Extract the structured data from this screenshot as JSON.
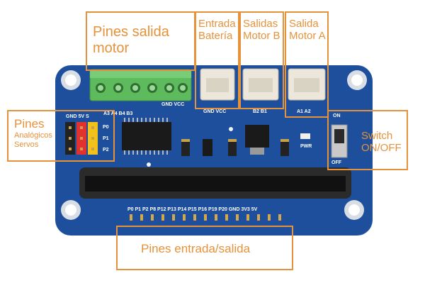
{
  "annotations": {
    "pines_salida_motor": "Pines salida motor",
    "entrada_bateria": "Entrada Batería",
    "salidas_motor_b": "Salidas Motor B",
    "salida_motor_a": "Salida Motor A",
    "pines_analogicos_title": "Pines",
    "pines_analogicos_sub": "Analógicos Servos",
    "switch_on_off": "Switch ON/OFF",
    "pines_entrada_salida": "Pines entrada/salida"
  },
  "silkscreen": {
    "gnd_vcc_terminal": "GND VCC",
    "gnd_vcc_battery": "GND  VCC",
    "b2_b1": "B2 B1",
    "a1_a2": "A1 A2",
    "servo_header": "GND 5V S",
    "a3_a4_b4_b3": "A3  A4  B4  B3",
    "p0": "P0",
    "p1": "P1",
    "p2": "P2",
    "pwr": "PWR",
    "on": "ON",
    "off": "OFF",
    "edge_pins": "P0  P1  P2  P8  P12 P13 P14 P15 P16 P19 P20 GND 3V3  5V"
  },
  "colors": {
    "annotation": "#e6923a",
    "pcb": "#1d4f9c",
    "terminal": "#5dbb5d",
    "jst": "#ece7da"
  }
}
